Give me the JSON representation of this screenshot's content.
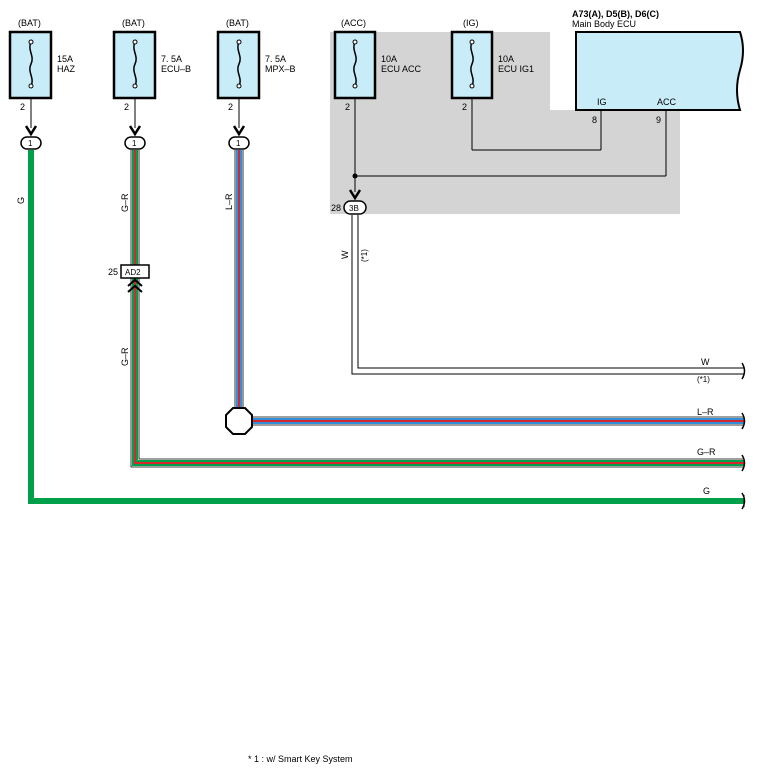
{
  "colors": {
    "green": "#00a04a",
    "red": "#d7262e",
    "blue": "#2f8fd8",
    "fuse_fill": "#c8ecf8",
    "gray_area": "#d4d4d4",
    "ecu_fill": "#c8ecf8"
  },
  "fuses": [
    {
      "source": "(BAT)",
      "rating": "15A",
      "name": "HAZ",
      "pin": "2",
      "connector": "1"
    },
    {
      "source": "(BAT)",
      "rating": "7. 5A",
      "name": "ECU–B",
      "pin": "2",
      "connector": "1"
    },
    {
      "source": "(BAT)",
      "rating": "7. 5A",
      "name": "MPX–B",
      "pin": "2",
      "connector": "1"
    },
    {
      "source": "(ACC)",
      "rating": "10A",
      "name": "ECU ACC",
      "pin": "2"
    },
    {
      "source": "(IG)",
      "rating": "10A",
      "name": "ECU IG1",
      "pin": "2"
    }
  ],
  "ecu": {
    "title": "A73(A), D5(B), D6(C)",
    "subtitle": "Main Body ECU",
    "pin_ig_label": "IG",
    "pin_acc_label": "ACC",
    "pin_ig_num": "8",
    "pin_acc_num": "9"
  },
  "junction_3b": {
    "pin": "28",
    "label": "3B"
  },
  "junction_ad2": {
    "pin": "25",
    "label": "AD2"
  },
  "wire_labels": {
    "g_vertical": "G",
    "gr_vertical_upper": "G–R",
    "gr_vertical_lower": "G–R",
    "lr_vertical": "L–R",
    "w_vertical": "W",
    "w_note_vertical": "(*1)",
    "w_right": "W",
    "w_note_right": "(*1)",
    "lr_right": "L–R",
    "gr_right": "G–R",
    "g_right": "G"
  },
  "footnote": "* 1 : w/ Smart Key System"
}
